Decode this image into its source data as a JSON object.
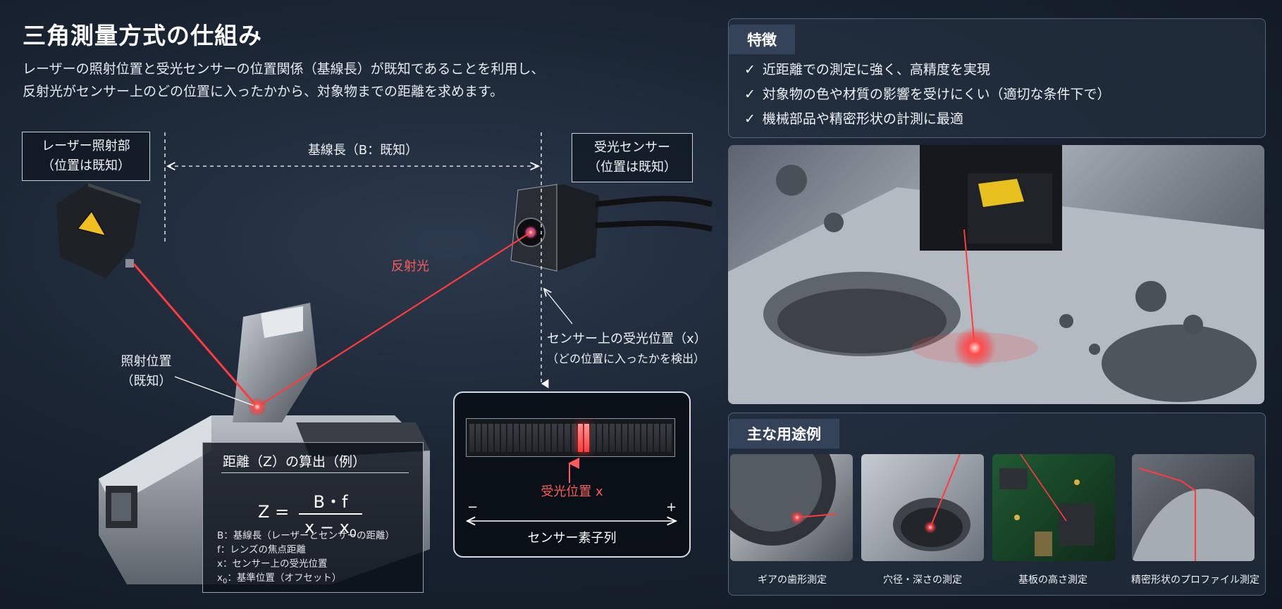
{
  "header": {
    "title": "三角測量方式の仕組み",
    "intro_line1": "レーザーの照射位置と受光センサーの位置関係（基線長）が既知であることを利用し、",
    "intro_line2": "反射光がセンサー上のどの位置に入ったかから、対象物までの距離を求めます。"
  },
  "diagram": {
    "laser_label_1": "レーザー照射部",
    "laser_label_2": "（位置は既知）",
    "baseline_label": "基線長（B：既知）",
    "sensor_label_1": "受光センサー",
    "sensor_label_2": "（位置は既知）",
    "reflected_label": "反射光",
    "irradiation_label_1": "照射位置",
    "irradiation_label_2": "（既知）",
    "sensor_pos_label_1": "センサー上の受光位置（x）",
    "sensor_pos_label_2": "（どの位置に入ったかを検出）"
  },
  "formula": {
    "title": "距離（Z）の算出（例）",
    "lhs": "Z =",
    "numerator": "B・f",
    "denominator": "x − x",
    "denominator_sub": "0",
    "def_b": "B：基線長（レーザーとセンサーの距離）",
    "def_f": "f：レンズの焦点距離",
    "def_x": "x：センサー上の受光位置",
    "def_x0_main": "x",
    "def_x0_sub": "0",
    "def_x0_rest": "：基準位置（オフセット）"
  },
  "sensor_array": {
    "cell_count": 32,
    "hot_cell_index": 17,
    "hot_label": "受光位置 x",
    "minus": "−",
    "plus": "+",
    "axis_label": "センサー素子列"
  },
  "features": {
    "tag": "特徴",
    "items": [
      "近距離での測定に強く、高精度を実現",
      "対象物の色や材質の影響を受けにくい（適切な条件下で）",
      "機械部品や精密形状の計測に最適"
    ]
  },
  "applications": {
    "tag": "主な用途例",
    "items": [
      {
        "caption": "ギアの歯形測定",
        "icon": "gear-icon"
      },
      {
        "caption": "穴径・深さの測定",
        "icon": "hole-icon"
      },
      {
        "caption": "基板の高さ測定",
        "icon": "circuit-board-icon"
      },
      {
        "caption": "精密形状のプロファイル測定",
        "icon": "profile-icon"
      }
    ]
  },
  "colors": {
    "laser": "#ff3b3b",
    "label_red": "#ff5a5a",
    "background": "#1a2433",
    "tag_bg": "#34425a"
  }
}
